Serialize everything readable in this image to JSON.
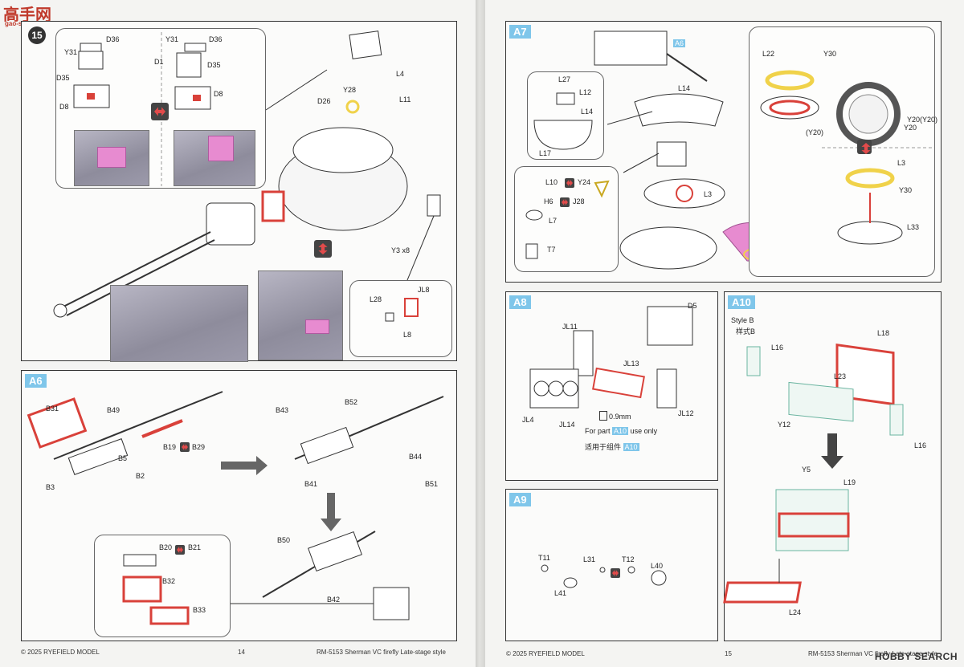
{
  "watermark_left": {
    "brand": "高手网",
    "url": "gao-shou.com"
  },
  "watermark_right": {
    "brand": "HOBBY SEARCH"
  },
  "left_page": {
    "step15": {
      "number": "15",
      "labels": [
        "Y31",
        "D36",
        "D35",
        "D8",
        "Y31",
        "D1",
        "D36",
        "D35",
        "D8",
        "D26",
        "Y28",
        "L4",
        "L11",
        "Y3 x8",
        "L28",
        "JL8",
        "L8"
      ]
    },
    "a6": {
      "tag": "A6",
      "labels": [
        "B31",
        "B49",
        "B19",
        "B29",
        "B5",
        "B3",
        "B2",
        "B43",
        "B52",
        "B44",
        "B41",
        "B51",
        "B50",
        "B42",
        "B20",
        "B21",
        "B32",
        "B33"
      ]
    },
    "footer": {
      "copyright": "© 2025 RYEFIELD MODEL",
      "page": "14",
      "title": "RM-5153 Sherman VC firefly Late-stage style"
    }
  },
  "right_page": {
    "a7": {
      "tag": "A7",
      "labels": [
        "A6",
        "L14",
        "L27",
        "L12",
        "L14",
        "L17",
        "L10",
        "Y24",
        "H6",
        "J28",
        "L7",
        "T7",
        "L22",
        "Y30",
        "Y20(Y20)",
        "Y20",
        "(Y20)",
        "L3",
        "Y30",
        "L33",
        "L3"
      ]
    },
    "a8": {
      "tag": "A8",
      "labels": [
        "D5",
        "JL11",
        "JL13",
        "JL4",
        "JL14",
        "JL12"
      ],
      "drill": "0.9mm",
      "note_prefix": "For part",
      "note_part": "A10",
      "note_suffix": "use only",
      "note_cn_prefix": "适用于组件",
      "note_cn_part": "A10"
    },
    "a9": {
      "tag": "A9",
      "labels": [
        "T11",
        "L31",
        "T12",
        "L40",
        "L41"
      ]
    },
    "a10": {
      "tag": "A10",
      "style": "Style B",
      "style_cn": "样式B",
      "labels": [
        "L18",
        "L16",
        "L23",
        "Y12",
        "L16",
        "Y5",
        "L19",
        "L24"
      ]
    },
    "footer": {
      "copyright": "© 2025 RYEFIELD MODEL",
      "page": "15",
      "title": "RM-5153 Sherman VC firefly Late-stage style"
    }
  },
  "colors": {
    "accent_blue": "#7fc6ea",
    "part_red": "#d9413a",
    "part_yellow": "#f0d24a",
    "photo_pink": "#e78bd0"
  }
}
